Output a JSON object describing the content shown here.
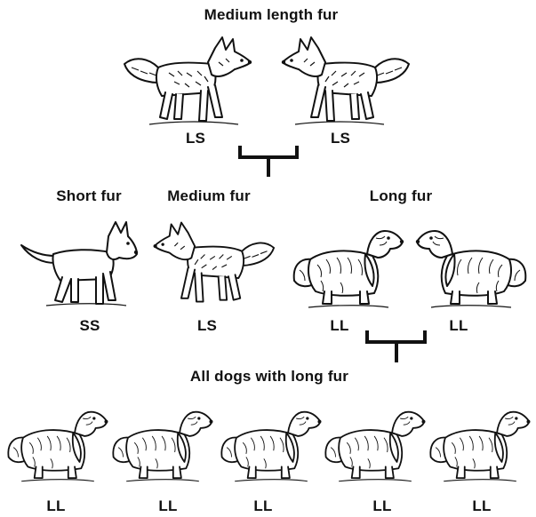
{
  "parents_generation": {
    "title": "Medium length fur",
    "dogs": [
      {
        "genotype": "LS",
        "fur": "medium",
        "facing": "right"
      },
      {
        "genotype": "LS",
        "fur": "medium",
        "facing": "left"
      }
    ]
  },
  "offspring_generation": {
    "groups": [
      {
        "label": "Short fur",
        "genotype": "SS",
        "fur": "short"
      },
      {
        "label": "Medium fur",
        "genotype": "LS",
        "fur": "medium"
      },
      {
        "label": "Long fur",
        "genotypes": [
          "LL",
          "LL"
        ],
        "fur": "long"
      }
    ]
  },
  "final_generation": {
    "title": "All dogs with long fur",
    "genotypes": [
      "LL",
      "LL",
      "LL",
      "LL",
      "LL"
    ],
    "fur": "long"
  },
  "colors": {
    "ink": "#111111",
    "background": "#ffffff"
  }
}
